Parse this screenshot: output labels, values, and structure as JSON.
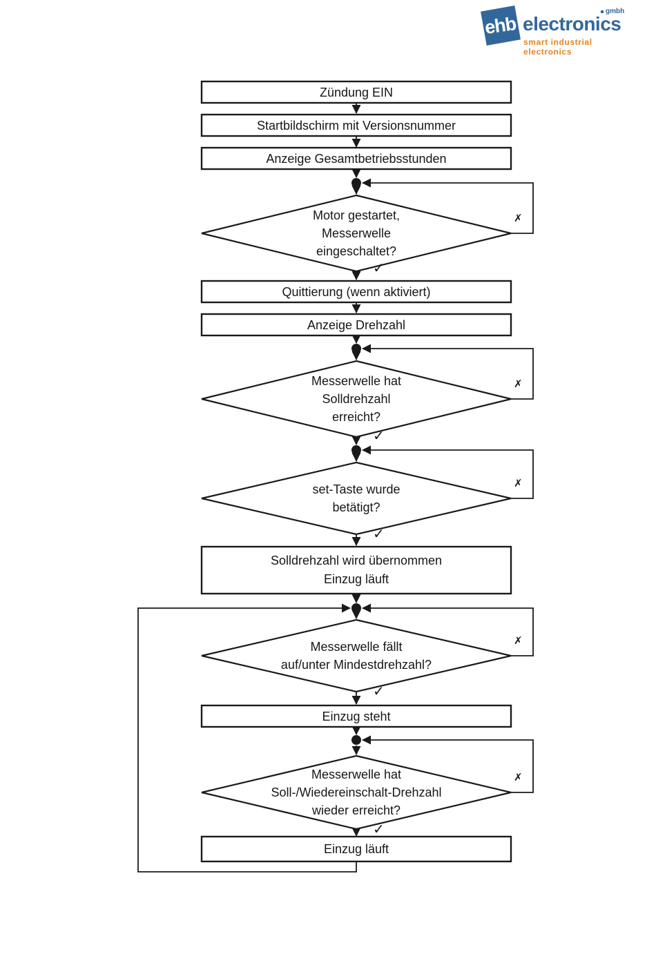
{
  "logo": {
    "ehb": "ehb",
    "electronics": "electronics",
    "gmbh": "gmbh",
    "tagline": "smart industrial electronics",
    "blue": "#33679B",
    "orange": "#E8821E"
  },
  "flow": {
    "boxes": [
      {
        "label": "Zündung EIN"
      },
      {
        "label": "Startbildschirm mit Versionsnummer"
      },
      {
        "label": "Anzeige Gesamtbetriebsstunden"
      },
      {
        "label": "Quittierung (wenn aktiviert)"
      },
      {
        "label": "Anzeige Drehzahl"
      },
      {
        "label": "Solldrehzahl wird übernommen\nEinzug läuft"
      },
      {
        "label": "Einzug steht"
      },
      {
        "label": "Einzug läuft"
      }
    ],
    "decisions": [
      {
        "label": "Motor gestartet,\nMesserwelle\neingeschaltet?"
      },
      {
        "label": "Messerwelle hat\nSolldrehzahl\nerreicht?"
      },
      {
        "label": "set-Taste wurde\nbetätigt?"
      },
      {
        "label": "Messerwelle fällt\nauf/unter Mindestdrehzahl?"
      },
      {
        "label": "Messerwelle hat\nSoll-/Wiedereinschalt-Drehzahl\nwieder erreicht?"
      }
    ],
    "marks": {
      "yes": "✓",
      "no": "✗"
    },
    "line_color": "#1a1a1a"
  }
}
